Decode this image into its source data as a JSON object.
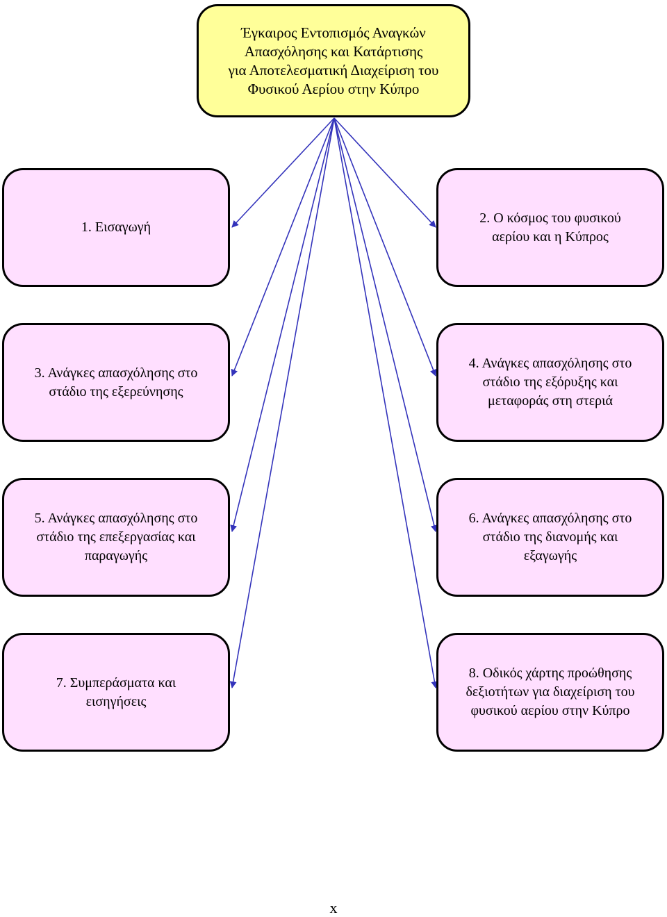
{
  "diagram": {
    "root": {
      "text": "Έγκαιρος Εντοπισμός Αναγκών\nΑπασχόλησης και Κατάρτισης\nγια Αποτελεσματική Διαχείριση του\nΦυσικού Αερίου στην Κύπρο"
    },
    "nodes": [
      {
        "id": "n1",
        "text": "1. Εισαγωγή"
      },
      {
        "id": "n2",
        "text": "2. Ο κόσμος του φυσικού\nαερίου και η Κύπρος"
      },
      {
        "id": "n3",
        "text": "3. Ανάγκες απασχόλησης στο\nστάδιο της  εξερεύνησης"
      },
      {
        "id": "n4",
        "text": "4. Ανάγκες απασχόλησης στο\nστάδιο της εξόρυξης και\nμεταφοράς στη στεριά"
      },
      {
        "id": "n5",
        "text": "5. Ανάγκες απασχόλησης στο\nστάδιο της επεξεργασίας και\nπαραγωγής"
      },
      {
        "id": "n6",
        "text": "6. Ανάγκες απασχόλησης στο\nστάδιο της διανομής και\nεξαγωγής"
      },
      {
        "id": "n7",
        "text": "7. Συμπεράσματα και\nεισηγήσεις"
      },
      {
        "id": "n8",
        "text": "8. Οδικός χάρτης προώθησης\nδεξιοτήτων για διαχείριση του\nφυσικού αερίου στην Κύπρο"
      }
    ],
    "edges": [
      {
        "from": "root",
        "to": "n1"
      },
      {
        "from": "root",
        "to": "n2"
      },
      {
        "from": "root",
        "to": "n3"
      },
      {
        "from": "root",
        "to": "n4"
      },
      {
        "from": "root",
        "to": "n5"
      },
      {
        "from": "root",
        "to": "n6"
      },
      {
        "from": "root",
        "to": "n7"
      },
      {
        "from": "root",
        "to": "n8"
      }
    ],
    "colors": {
      "root_fill": "#ffff99",
      "node_fill": "#ffdfff",
      "border": "#000000",
      "arrow": "#3333bb"
    }
  },
  "footer": {
    "text": "x"
  }
}
